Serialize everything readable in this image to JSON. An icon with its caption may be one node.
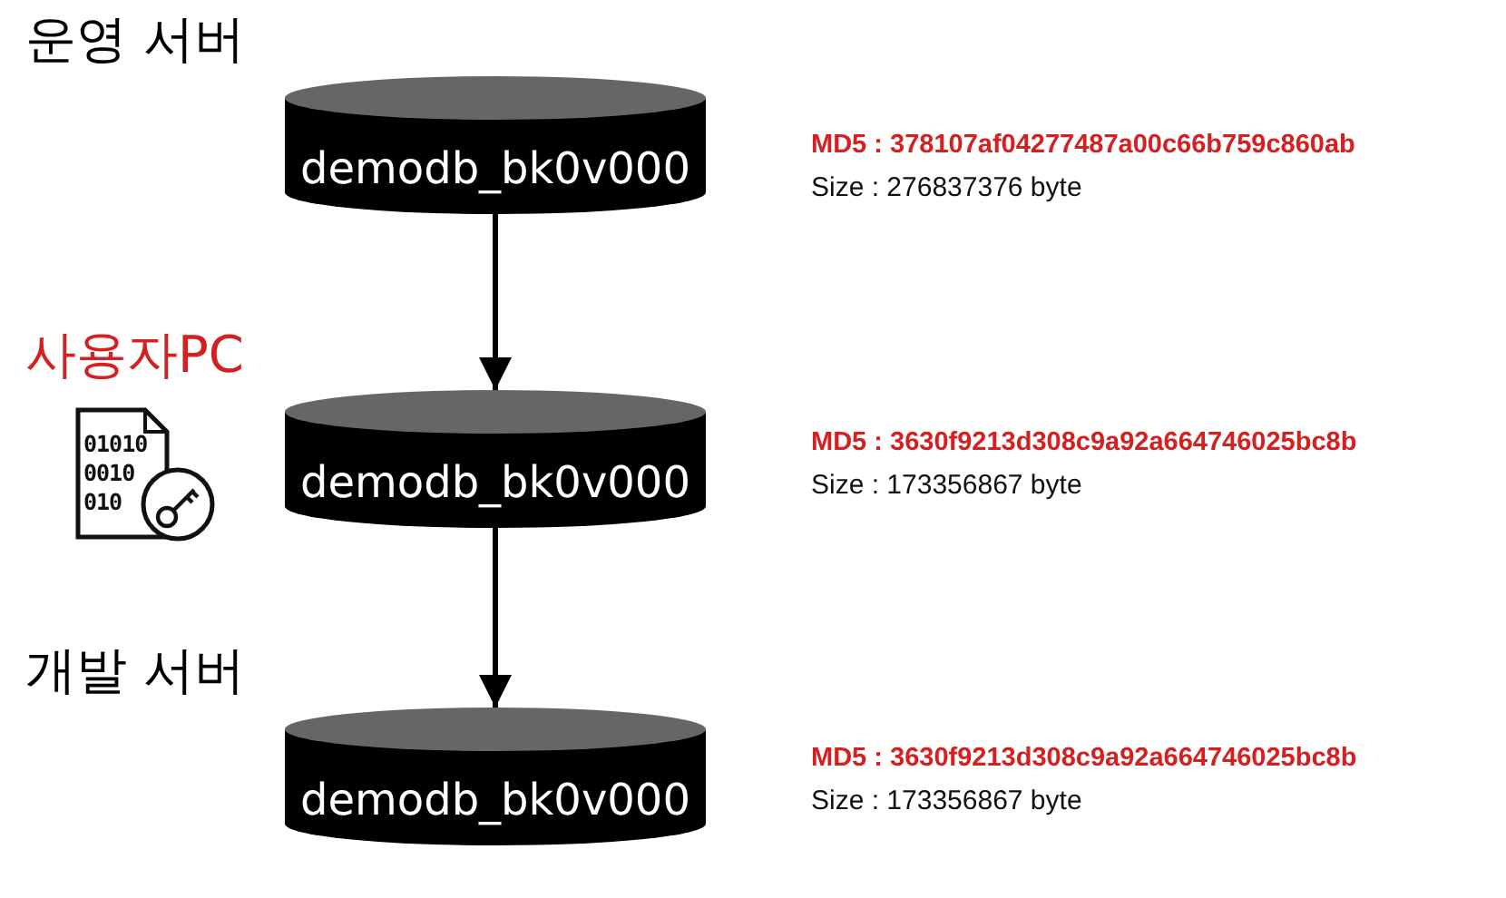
{
  "diagram": {
    "nodes": [
      {
        "text": [
          "demodb_bk0v000"
        ],
        "beside": [
          "운영 서버",
          "MD5 : 378107af04277487a00c66b759c860ab",
          "Size : 276837376 byte"
        ]
      },
      {
        "text": [
          "demodb_bk0v000"
        ],
        "beside": [
          "사용자PC",
          "MD5 : 3630f9213d308c9a92a664746025bc8b",
          "Size : 173356867 byte"
        ]
      },
      {
        "text": [
          "demodb_bk0v000"
        ],
        "beside": [
          "개발 서버",
          "MD5 : 3630f9213d308c9a92a664746025bc8b",
          "Size : 173356867 byte"
        ]
      }
    ],
    "edges": [
      {
        "from": 0,
        "to": 1,
        "arrow": "to"
      },
      {
        "from": 1,
        "to": 2,
        "arrow": "to"
      }
    ],
    "labels": [
      "01010",
      "0010",
      "010"
    ]
  }
}
